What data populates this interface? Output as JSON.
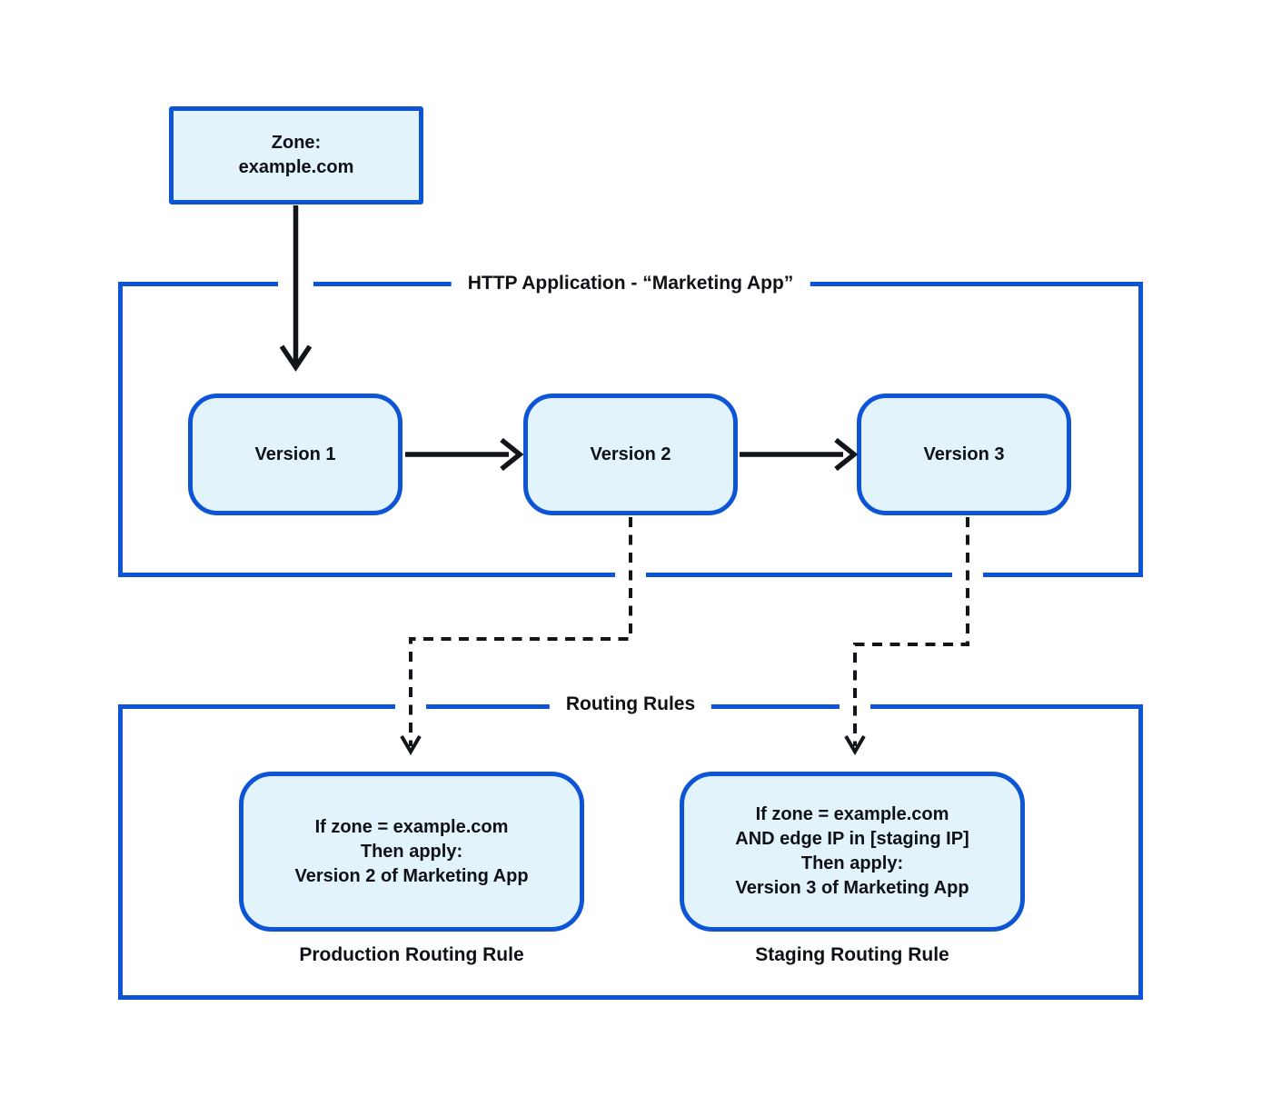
{
  "colors": {
    "accent_blue": "#0d55d6",
    "box_fill": "#e3f3fb",
    "ink": "#121519",
    "background": "#ffffff"
  },
  "zone_box": {
    "line1": "Zone:",
    "line2": "example.com"
  },
  "http_application": {
    "title": "HTTP Application - “Marketing App”",
    "versions": [
      {
        "label": "Version 1"
      },
      {
        "label": "Version 2"
      },
      {
        "label": "Version 3"
      }
    ]
  },
  "routing_rules": {
    "title": "Routing Rules",
    "rules": [
      {
        "lines": [
          "If zone = example.com",
          "Then apply:",
          "Version 2 of Marketing App"
        ],
        "caption": "Production Routing Rule"
      },
      {
        "lines": [
          "If zone = example.com",
          "AND edge IP in [staging IP]",
          "Then apply:",
          "Version 3 of Marketing App"
        ],
        "caption": "Staging Routing Rule"
      }
    ]
  }
}
